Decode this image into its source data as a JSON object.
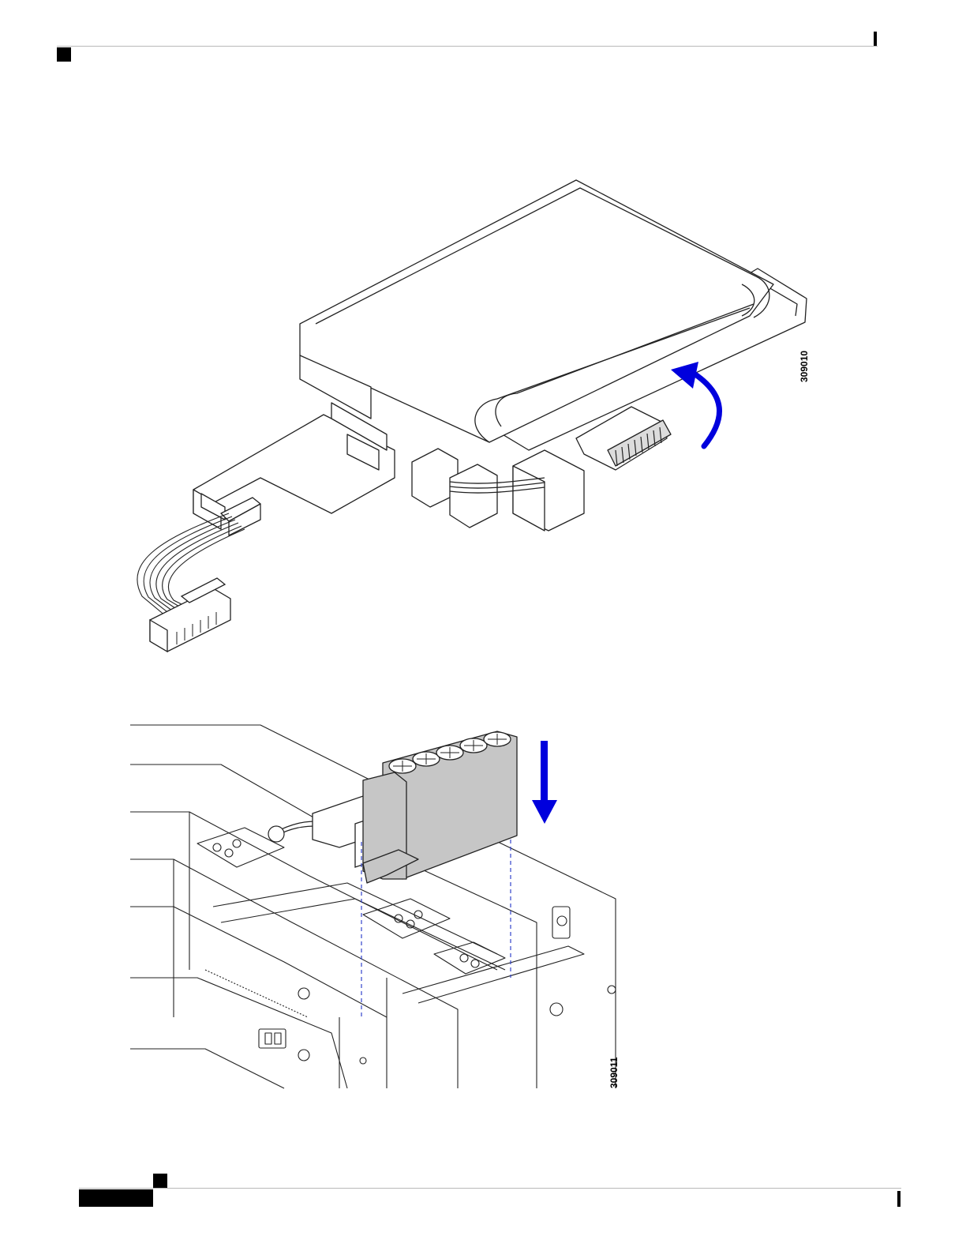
{
  "figures": [
    {
      "id_label": "309010",
      "arrow_color": "#0000dd",
      "arrow": "rotate-up"
    },
    {
      "id_label": "309011",
      "arrow_color": "#0000dd",
      "arrow": "down"
    }
  ],
  "colors": {
    "line": "#222222",
    "guide": "#3344cc",
    "module_fill": "#c6c6c6",
    "rule": "#b8b8b8"
  }
}
